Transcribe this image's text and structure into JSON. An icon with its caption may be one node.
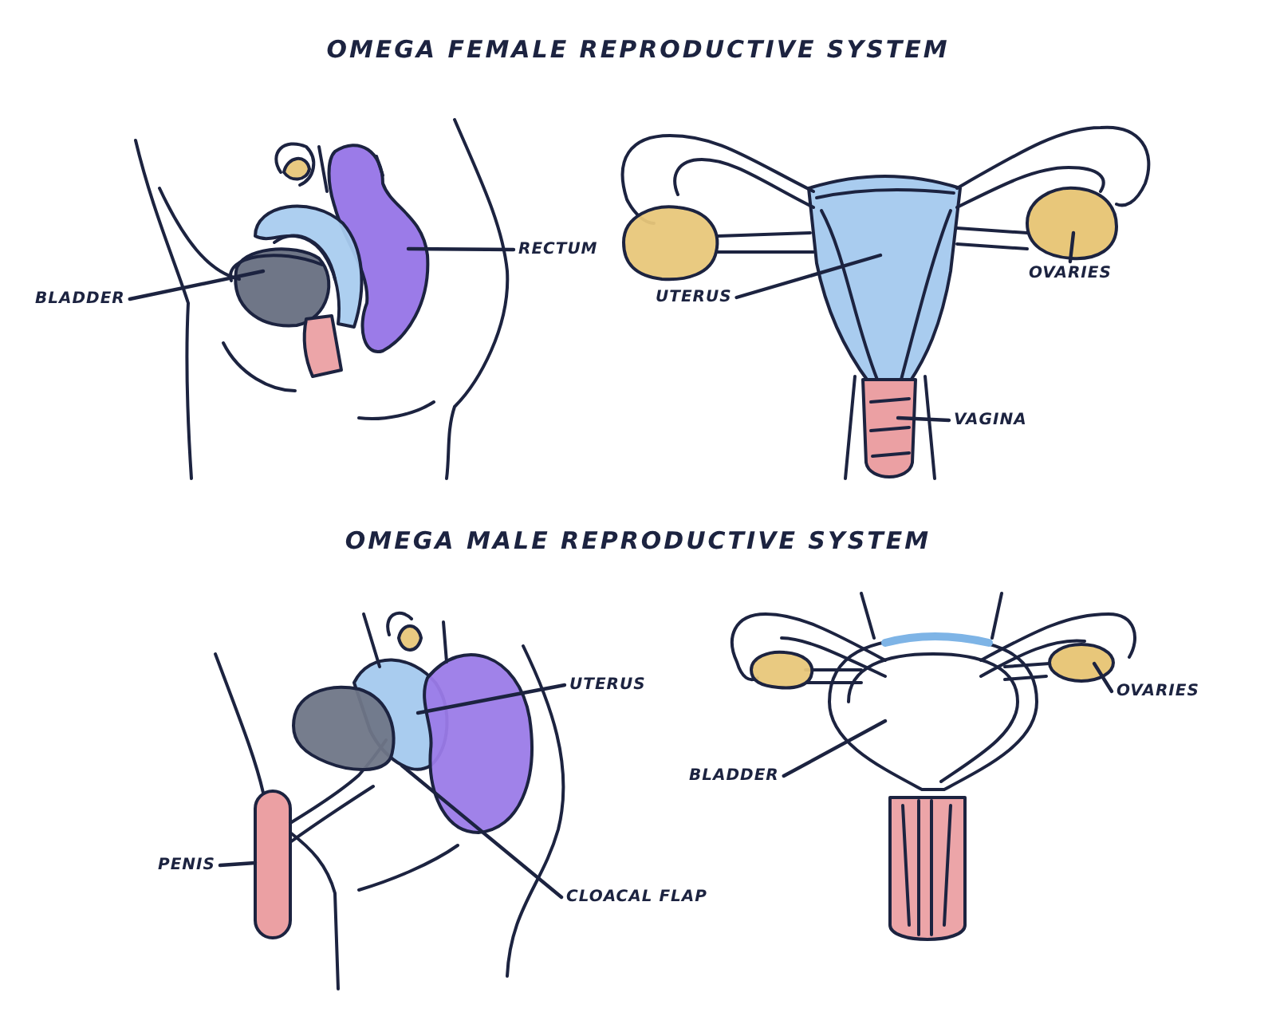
{
  "diagram": {
    "title": "OMEGA FEMALE REPRODUCTIVE SYSTEM",
    "nodes": [
      {
        "text": [
          "BLADDER"
        ]
      },
      {
        "text": [],
        "shape": "picture"
      },
      {
        "text": [
          "RECTUM"
        ]
      },
      {
        "text": [],
        "shape": "picture"
      },
      {
        "text": [
          "UTERUS"
        ]
      },
      {
        "text": [],
        "shape": "picture"
      },
      {
        "text": [
          "OVARIES"
        ]
      },
      {
        "text": [],
        "shape": "picture"
      },
      {
        "text": [
          "VAGINA"
        ]
      },
      {
        "text": [],
        "shape": "picture"
      },
      {
        "text": [
          "UTERUS"
        ]
      },
      {
        "text": [],
        "shape": "picture"
      },
      {
        "text": [
          "PENIS"
        ]
      },
      {
        "text": [],
        "shape": "bar"
      },
      {
        "text": [
          "CLOACAL FLAP"
        ]
      },
      {
        "text": [
          "BLADDER"
        ]
      },
      {
        "text": [],
        "shape": "picture"
      },
      {
        "text": [
          "OVARIES"
        ]
      },
      {
        "text": [],
        "shape": "circle"
      }
    ],
    "edges": [
      {
        "from": 0,
        "to": 1,
        "arrow": "none"
      },
      {
        "from": 2,
        "to": 3,
        "arrow": "none"
      },
      {
        "from": 4,
        "to": 5,
        "arrow": "none"
      },
      {
        "from": 6,
        "to": 7,
        "arrow": "none"
      },
      {
        "from": 8,
        "to": 9,
        "arrow": "none"
      },
      {
        "from": 10,
        "to": 11,
        "arrow": "none"
      },
      {
        "from": 12,
        "to": 13,
        "arrow": "none"
      },
      {
        "from": 14,
        "to": 11,
        "arrow": "none"
      },
      {
        "from": 15,
        "to": 16,
        "arrow": "none"
      },
      {
        "from": 17,
        "to": 18,
        "arrow": "none"
      }
    ],
    "labels": [
      "OMEGA MALE REPRODUCTIVE SYSTEM"
    ]
  }
}
